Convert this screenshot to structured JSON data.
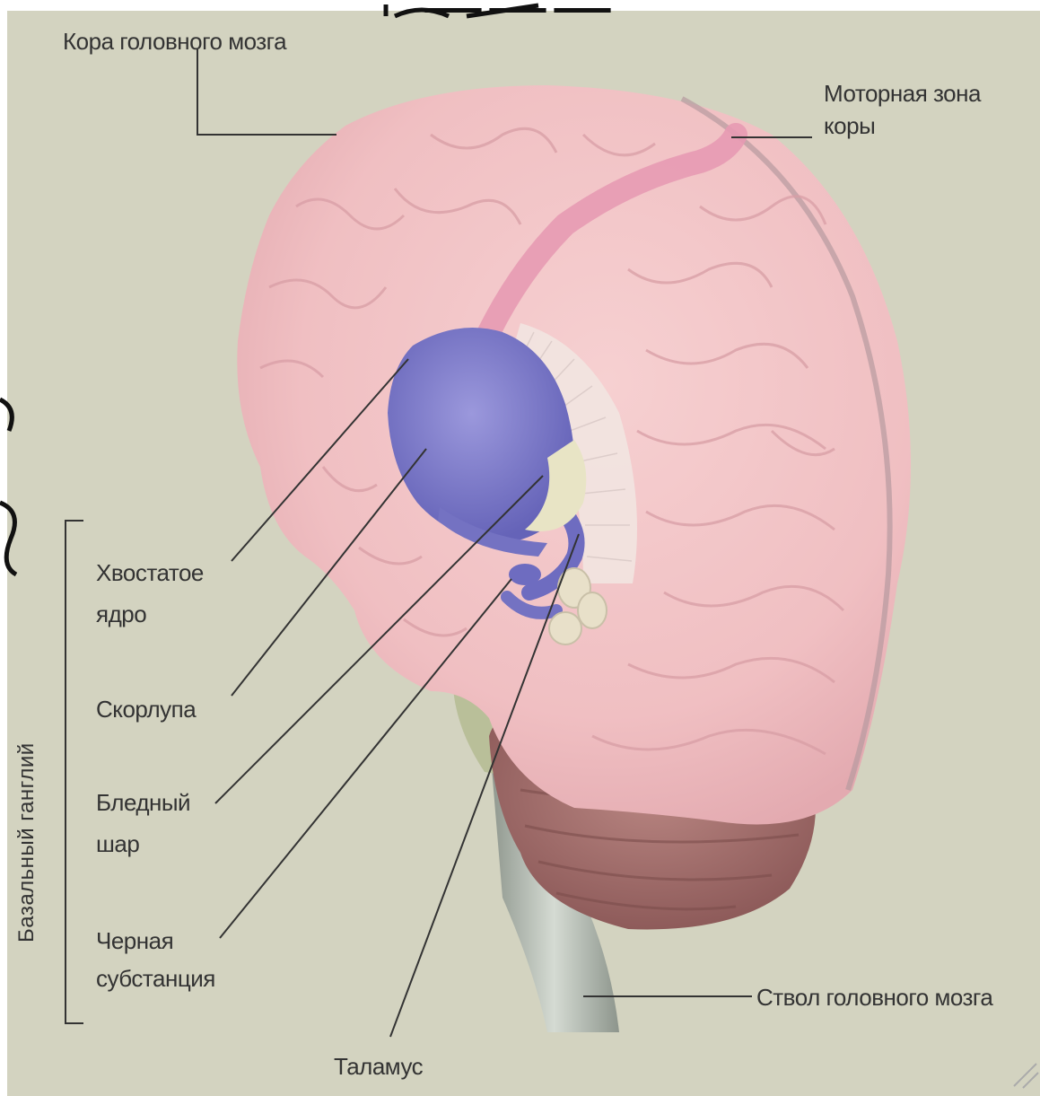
{
  "diagram": {
    "background_color": "#d3d3c0",
    "labels": {
      "cortex": "Кора головного мозга",
      "motor_zone_line1": "Моторная зона",
      "motor_zone_line2": "коры",
      "caudate_line1": "Хвостатое",
      "caudate_line2": "ядро",
      "putamen": "Скорлупа",
      "globus_line1": "Бледный",
      "globus_line2": "шар",
      "nigra_line1": "Черная",
      "nigra_line2": "субстанция",
      "thalamus": "Таламус",
      "brainstem": "Ствол головного мозга",
      "basal_ganglia": "Базальный ганглий"
    },
    "colors": {
      "cortex": "#f2c4c6",
      "motor_zone": "#e79ab3",
      "basal_ganglia": "#7b79c9",
      "cerebellum": "#a87270",
      "brainstem": "#a9b1a8",
      "leader_line": "#333333"
    }
  }
}
